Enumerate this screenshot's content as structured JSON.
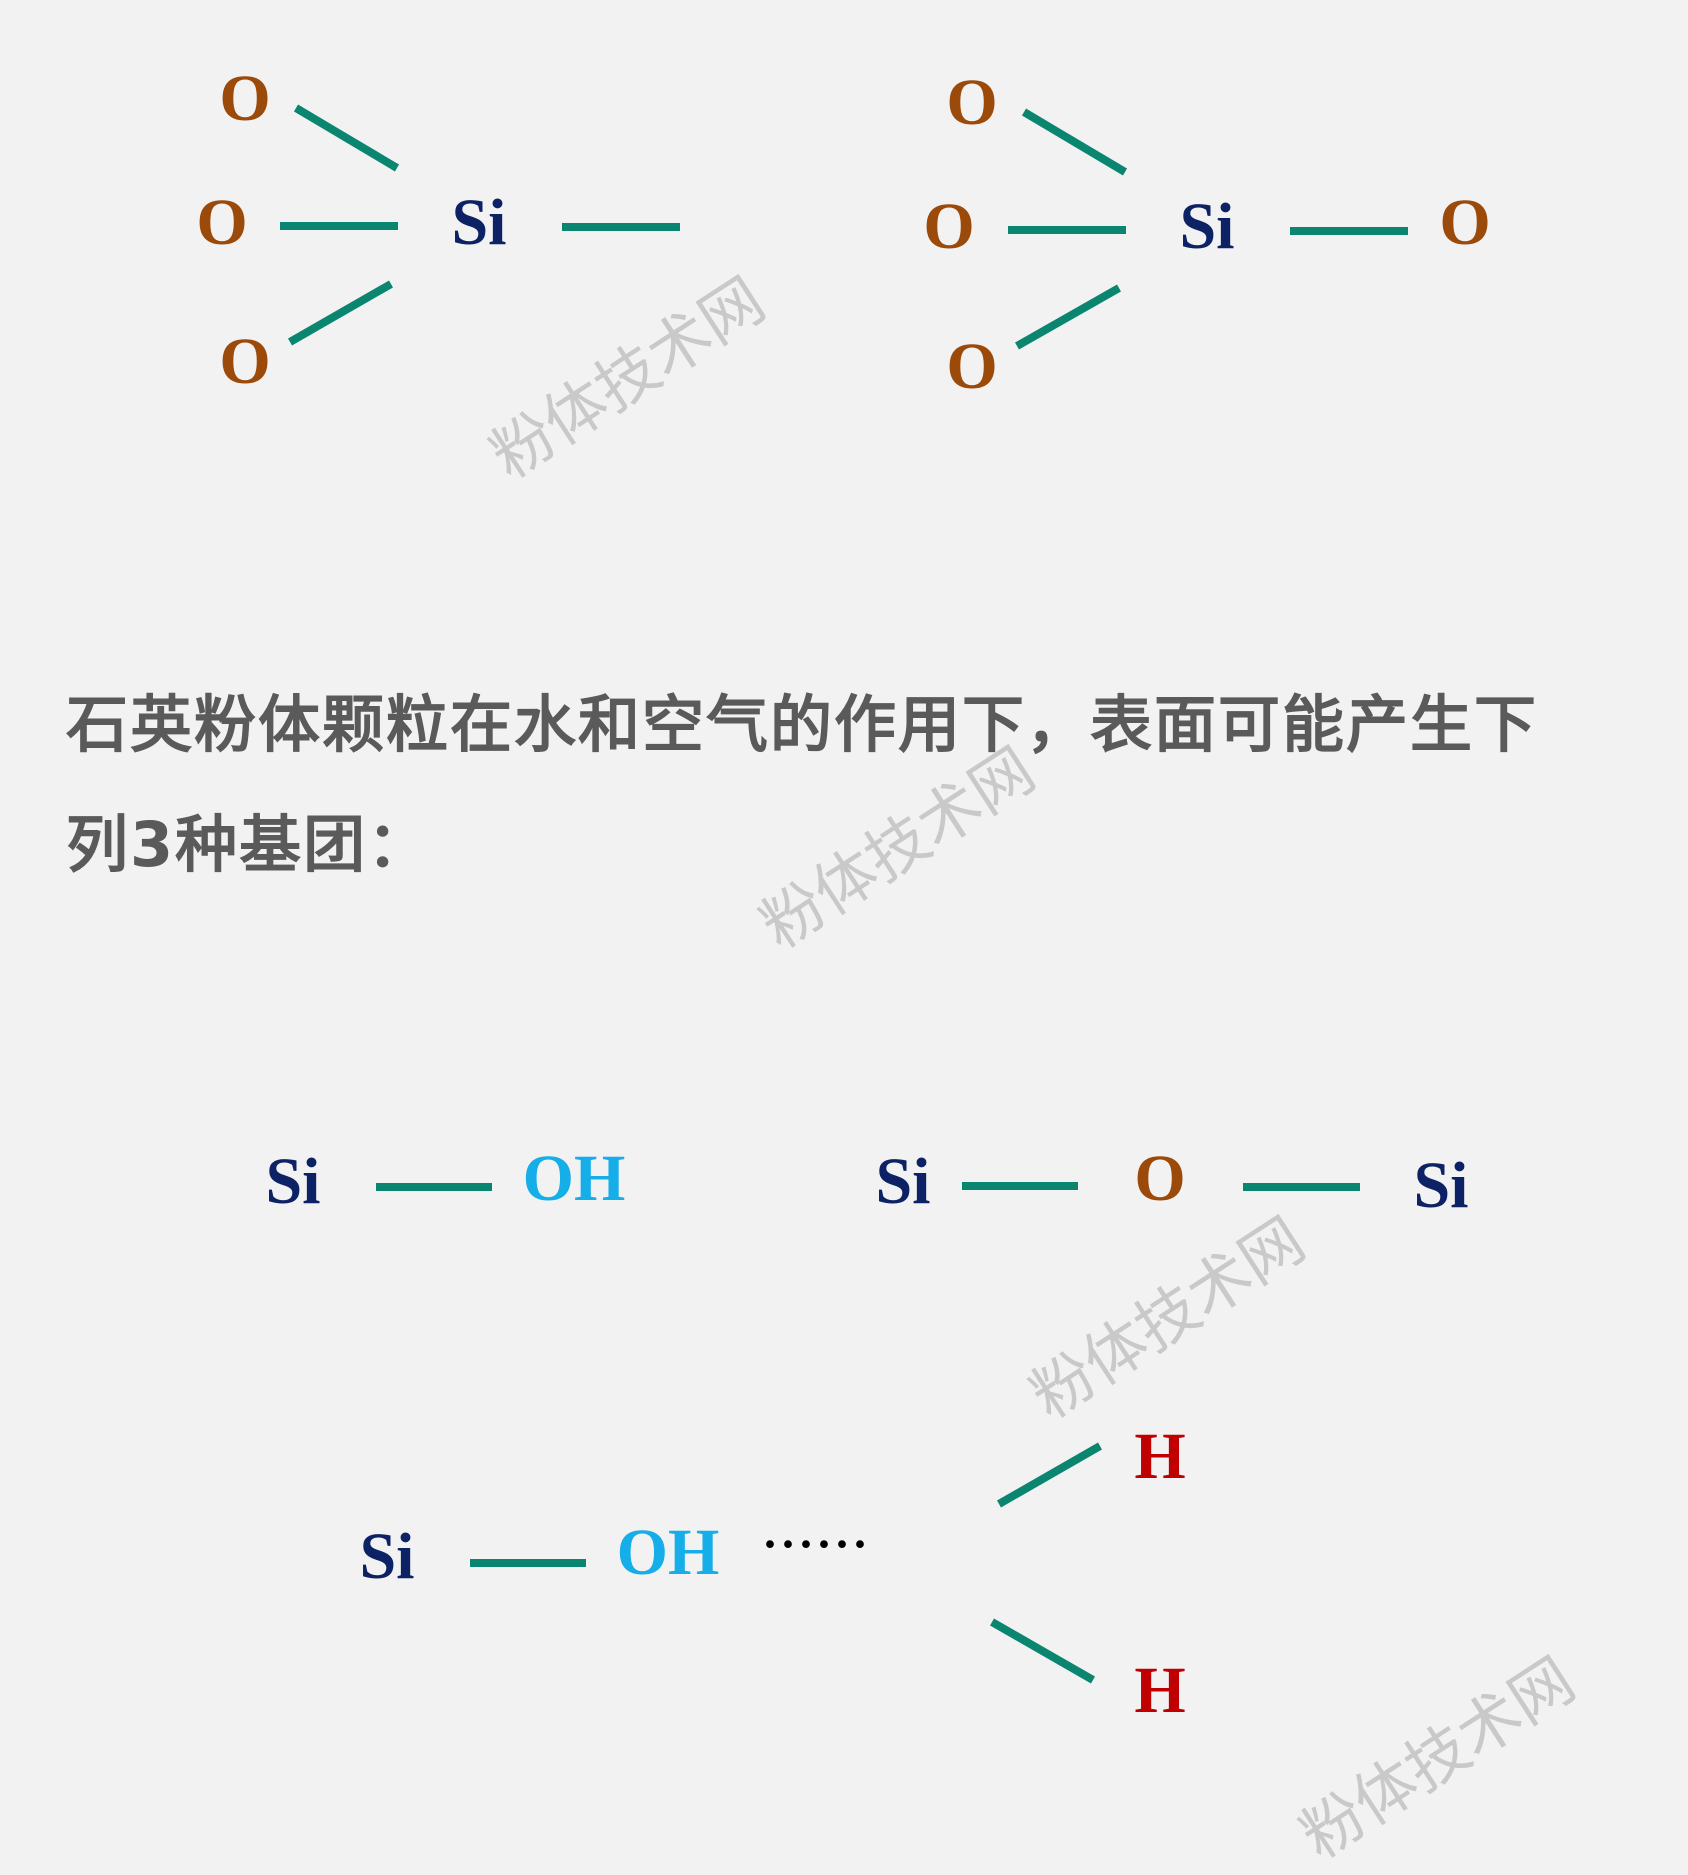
{
  "colors": {
    "background": "#f2f2f2",
    "oxygen": "#9c4a0a",
    "silicon": "#0d2264",
    "hydroxyl": "#15aee8",
    "hydrogen": "#c00000",
    "bond": "#0a8570",
    "text": "#5a5a5a",
    "dots": "#000000",
    "watermark": "#9a9a9a"
  },
  "structure_1": {
    "atoms": {
      "o_top": "O",
      "o_mid": "O",
      "o_bottom": "O",
      "si": "Si"
    }
  },
  "structure_2": {
    "atoms": {
      "o_top": "O",
      "o_mid": "O",
      "o_bottom": "O",
      "si": "Si",
      "o_right": "O"
    }
  },
  "caption": {
    "line1": "石英粉体颗粒在水和空气的作用下，表面可能产生下",
    "line2": "列3种基团："
  },
  "group_silanol": {
    "si": "Si",
    "oh": "OH"
  },
  "group_siloxane": {
    "si_left": "Si",
    "o": "O",
    "si_right": "Si"
  },
  "group_hydrated": {
    "si": "Si",
    "oh": "OH",
    "dots": "······",
    "h_top": "H",
    "h_bottom": "H"
  },
  "watermark": {
    "text": "粉体技术网"
  }
}
